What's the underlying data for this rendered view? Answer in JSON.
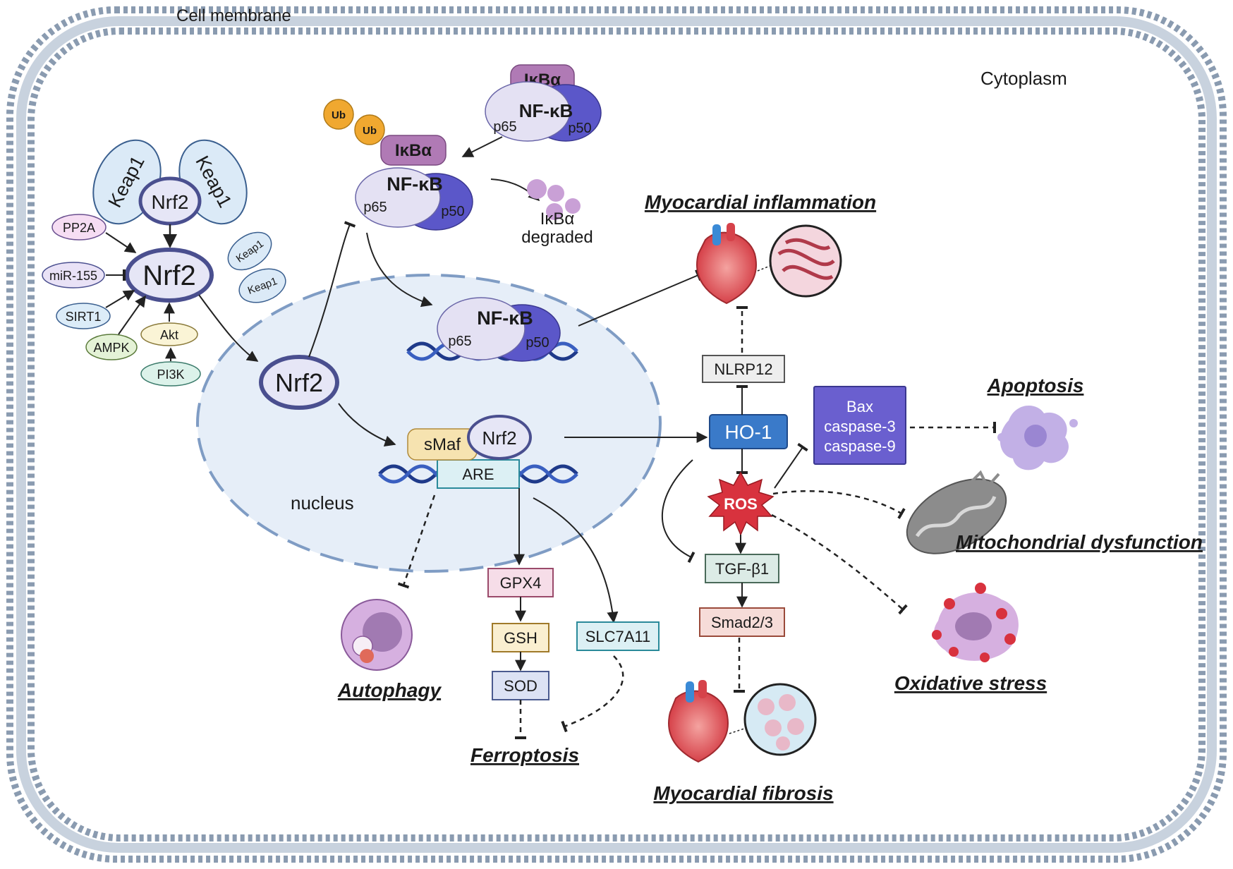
{
  "labels": {
    "cell_membrane": "Cell membrane",
    "cytoplasm": "Cytoplasm",
    "nucleus": "nucleus",
    "keap1": "Keap1",
    "nrf2": "Nrf2",
    "pp2a": "PP2A",
    "mir155": "miR-155",
    "sirt1": "SIRT1",
    "ampk": "AMPK",
    "akt": "Akt",
    "pi3k": "PI3K",
    "ub": "Ub",
    "ikba": "IκBα",
    "nfkb": "NF-κB",
    "p65": "p65",
    "p50": "p50",
    "ikba_degraded_1": "IκBα",
    "ikba_degraded_2": "degraded",
    "smaf": "sMaf",
    "are": "ARE",
    "gpx4": "GPX4",
    "gsh": "GSH",
    "sod": "SOD",
    "slc7a11": "SLC7A11",
    "nlrp12": "NLRP12",
    "ho1": "HO-1",
    "bax": "Bax",
    "caspase3": "caspase-3",
    "caspase9": "caspase-9",
    "ros": "ROS",
    "tgfb1": "TGF-β1",
    "smad": "Smad2/3"
  },
  "outcomes": {
    "myocardial_inflammation": "Myocardial inflammation",
    "apoptosis": "Apoptosis",
    "mitochondrial_dysfunction": "Mitochondrial dysfunction",
    "oxidative_stress": "Oxidative stress",
    "myocardial_fibrosis": "Myocardial fibrosis",
    "autophagy": "Autophagy",
    "ferroptosis": "Ferroptosis"
  },
  "colors": {
    "membrane": "#8a9bb0",
    "nucleus_fill": "#e6eef8",
    "nucleus_dash": "#7f9cc4",
    "nrf2_stroke": "#4a4f8f",
    "ikba_fill": "#b07ab5",
    "p65_fill": "#e4e1f3",
    "p50_fill": "#5b57c9",
    "ub_fill": "#f0a830",
    "ho1_fill": "#3a7ac9",
    "caspase_fill": "#6a5fcf",
    "ros_fill": "#d8323e"
  }
}
